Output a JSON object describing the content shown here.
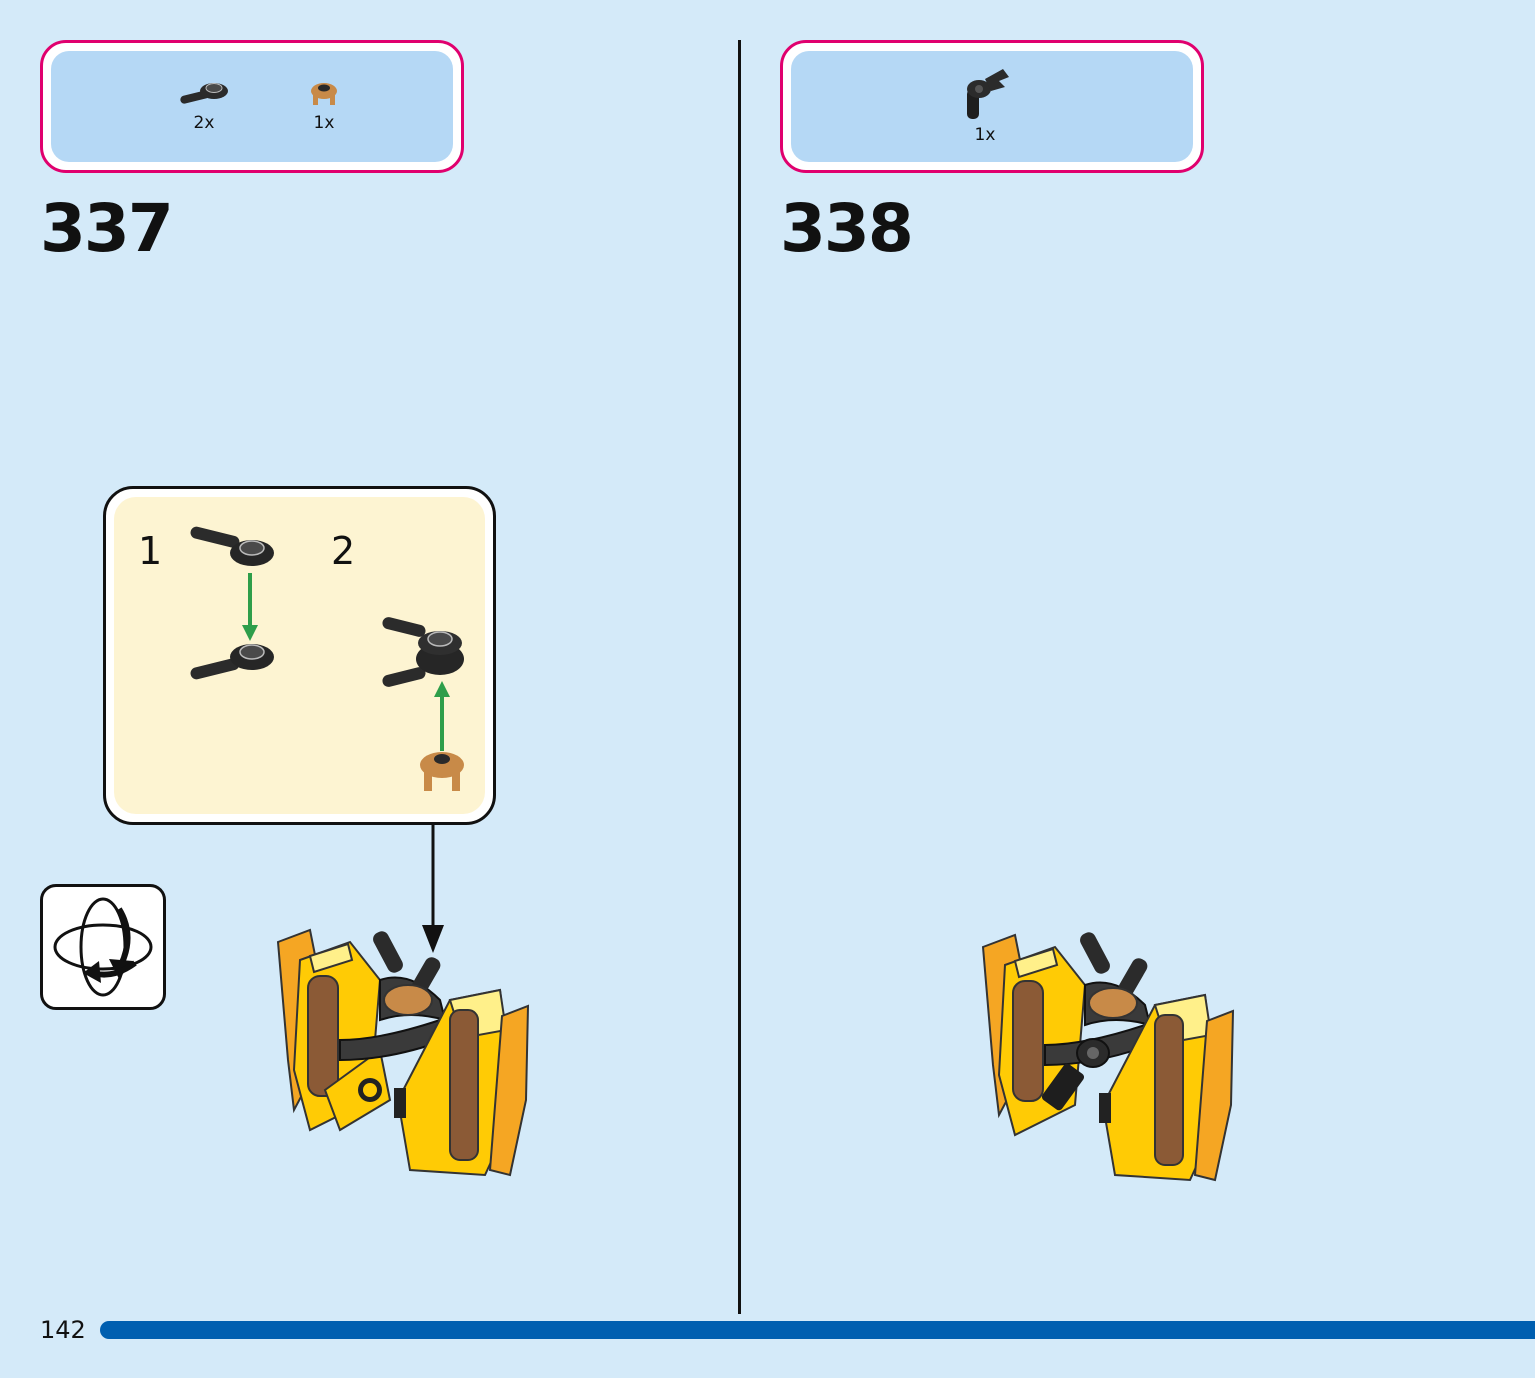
{
  "steps": [
    {
      "number": "337",
      "parts": [
        {
          "qty": "2x",
          "icon": "black-bar-holder-plate-icon"
        },
        {
          "qty": "1x",
          "icon": "tan-clip-plate-icon"
        }
      ],
      "substeps": [
        "1",
        "2"
      ]
    },
    {
      "number": "338",
      "parts": [
        {
          "qty": "1x",
          "icon": "black-clip-bar-icon"
        }
      ]
    }
  ],
  "rotate_icon": "rotate-model-icon",
  "footer": {
    "page_number": "142"
  },
  "colors": {
    "page_bg": "#d4eaf9",
    "parts_border": "#e0006e",
    "parts_bg": "#b5d8f5",
    "sub_bg": "#fdf4d2",
    "progress": "#005fb0",
    "arrow": "#2e9e4a"
  }
}
